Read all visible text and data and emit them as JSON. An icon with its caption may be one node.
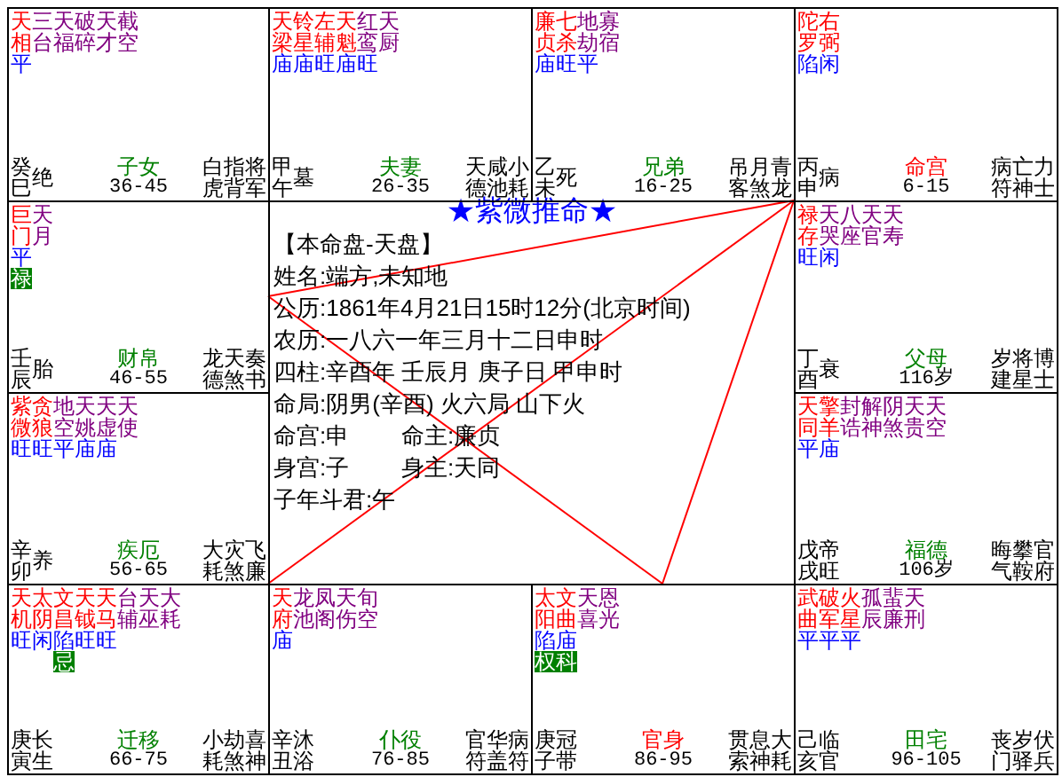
{
  "diagram": {
    "nodes": [
      {
        "text": [
          "天相",
          "三台",
          "天福",
          "破碎",
          "天才",
          "截空",
          "平",
          "癸巳",
          "绝",
          "子女",
          "36-45",
          "白虎",
          "指背",
          "将军"
        ]
      },
      {
        "text": [
          "天梁",
          "铃星",
          "左辅",
          "天魁",
          "红鸾",
          "天厨",
          "庙庙旺庙旺",
          "甲午",
          "墓",
          "夫妻",
          "26-35",
          "天德",
          "咸池",
          "小耗"
        ]
      },
      {
        "text": [
          "廉贞",
          "七杀",
          "地劫",
          "寡宿",
          "庙旺平",
          "乙未",
          "死",
          "兄弟",
          "16-25",
          "吊客",
          "月煞",
          "青龙"
        ]
      },
      {
        "text": [
          "陀罗",
          "右弼",
          "陷闲",
          "丙申",
          "病",
          "命宫",
          "6-15",
          "病符",
          "亡神",
          "力士"
        ]
      },
      {
        "text": [
          "巨门",
          "天月",
          "平",
          "禄",
          "壬辰",
          "胎",
          "财帛",
          "46-55",
          "龙德",
          "天煞",
          "奏书"
        ]
      },
      {
        "text": [
          "禄存",
          "天哭",
          "八座",
          "天官",
          "天寿",
          "旺闲",
          "丁酉",
          "衰",
          "父母",
          "116岁",
          "岁建",
          "将星",
          "博士"
        ]
      },
      {
        "text": [
          "紫微",
          "贪狼",
          "地空",
          "天姚",
          "天虚",
          "天使",
          "旺旺平庙庙",
          "辛卯",
          "养",
          "疾厄",
          "56-65",
          "大耗",
          "灾煞",
          "飞廉"
        ]
      },
      {
        "text": [
          "天同",
          "擎羊",
          "封诰",
          "解神",
          "阴煞",
          "天贵",
          "天空",
          "平庙",
          "戊戌",
          "帝旺",
          "福德",
          "106岁",
          "晦气",
          "攀鞍",
          "官府"
        ]
      },
      {
        "text": [
          "天机",
          "太阴",
          "文昌",
          "天钺",
          "天马",
          "台辅",
          "天巫",
          "大耗",
          "旺闲陷旺旺",
          "忌",
          "庚寅",
          "长生",
          "迁移",
          "66-75",
          "小耗",
          "劫煞",
          "喜神"
        ]
      },
      {
        "text": [
          "天府",
          "龙池",
          "凤阁",
          "天伤",
          "旬空",
          "庙",
          "辛丑",
          "沐浴",
          "仆役",
          "76-85",
          "官符",
          "华盖",
          "病符"
        ]
      },
      {
        "text": [
          "太阳",
          "文曲",
          "天喜",
          "恩光",
          "陷庙",
          "权科",
          "庚子",
          "冠带",
          "官身",
          "86-95",
          "贯索",
          "息神",
          "大耗"
        ]
      },
      {
        "text": [
          "武曲",
          "破军",
          "火星",
          "孤辰",
          "蜚廉",
          "天刑",
          "平平平",
          "己亥",
          "临官",
          "田宅",
          "96-105",
          "丧门",
          "岁驿",
          "伏兵"
        ]
      }
    ],
    "edges": [
      {
        "from": 3,
        "to": 4,
        "arrow": "none"
      },
      {
        "from": 3,
        "to": 10,
        "arrow": "none"
      },
      {
        "from": 4,
        "to": 10,
        "arrow": "none"
      },
      {
        "from": 3,
        "to": 8,
        "arrow": "none"
      }
    ],
    "labels": [
      "★紫微推命★",
      "【本命盘-天盘】",
      "姓名:端方,未知地",
      "公历:1861年4月21日15时12分(北京时间)",
      "农历:一八六一年三月十二日申时",
      "四柱:辛酉年 壬辰月 庚子日 甲申时",
      "命局:阴男(辛酉) 火六局 山下火",
      "命宫:申",
      "命主:廉贞",
      "身宫:子",
      "身主:天同",
      "子年斗君:午"
    ]
  }
}
